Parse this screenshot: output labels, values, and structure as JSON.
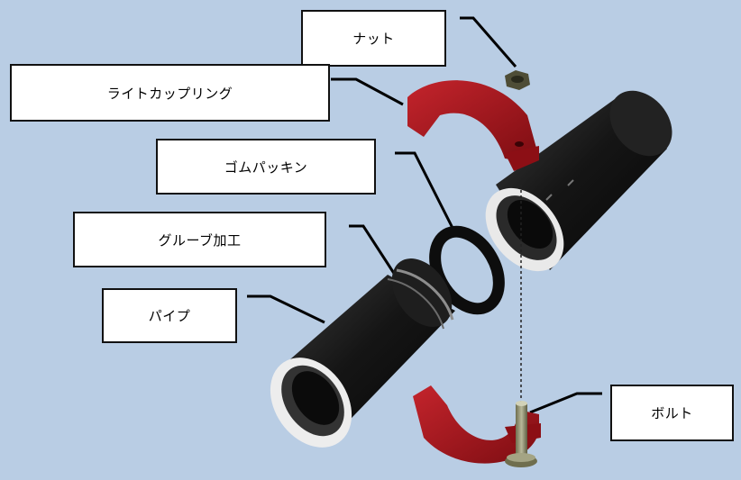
{
  "labels": {
    "nut": "ナット",
    "light_coupling": "ライトカップリング",
    "rubber_gasket": "ゴムパッキン",
    "groove": "グルーブ加工",
    "pipe": "パイプ",
    "bolt": "ボルト"
  },
  "colors": {
    "background": "#b9cde4",
    "coupling_red": "#a3141c",
    "pipe_black": "#1a1a1a",
    "gasket_black": "#0d0d0d",
    "bolt_olive": "#8a8a64"
  }
}
